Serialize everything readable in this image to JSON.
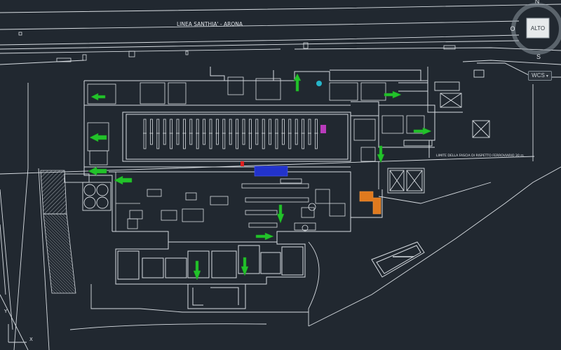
{
  "drawing": {
    "railway_label": "LINEA SANTHIA' - ARONA",
    "boundary_label": "LIMITE DELLA FASCIA DI RISPETTO FERROVIARIO 30 m"
  },
  "viewcube": {
    "top_face": "ALTO",
    "north": "N",
    "south": "S",
    "west": "O"
  },
  "ucs": {
    "label": "WCS"
  },
  "colors": {
    "background": "#212830",
    "linework": "#d8dde2",
    "escape_arrow": "#22c22a",
    "blue_block": "#2233cc",
    "orange_block": "#e07a1e",
    "magenta_text": "#e040e0",
    "red_marker": "#e02020",
    "cyan_marker": "#27b5c9"
  }
}
